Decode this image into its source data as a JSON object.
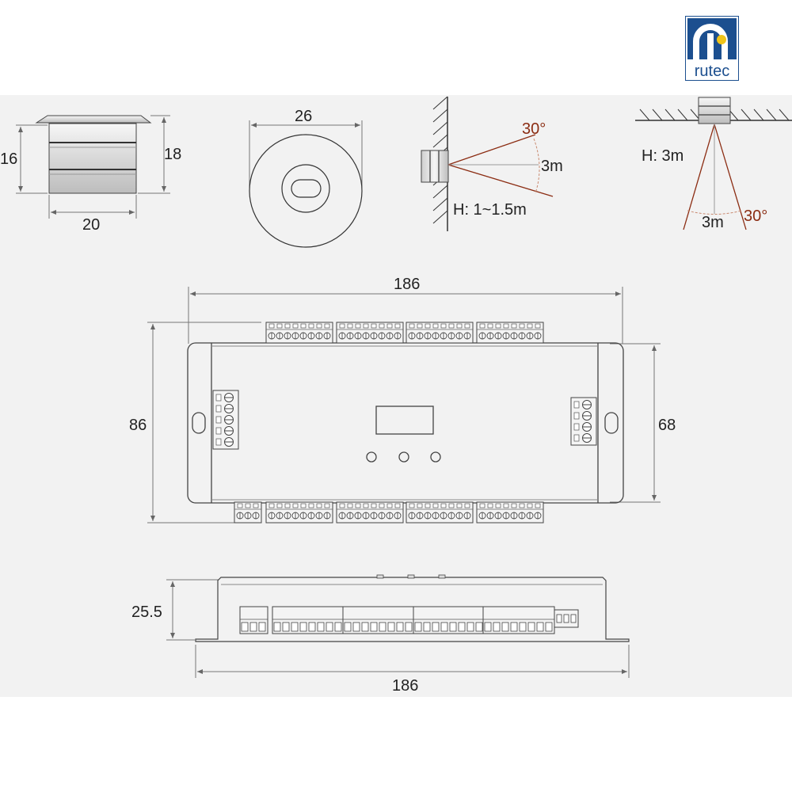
{
  "brand": {
    "name": "rutec"
  },
  "sensor_side": {
    "height_left": "16",
    "height_right": "18",
    "width": "20"
  },
  "sensor_top": {
    "diameter": "26"
  },
  "wall_mount": {
    "angle": "30°",
    "range": "3m",
    "height": "H: 1~1.5m"
  },
  "ceiling_mount": {
    "height": "H: 3m",
    "range": "3m",
    "angle": "30°"
  },
  "controller_top": {
    "width": "186",
    "height_outer": "86",
    "height_body": "68"
  },
  "controller_side": {
    "height": "25.5",
    "width": "186"
  },
  "colors": {
    "annotation": "#8b2c12",
    "logo_blue": "#1c4f8f",
    "logo_yellow": "#f0c419",
    "panel": "#f2f2f2"
  }
}
